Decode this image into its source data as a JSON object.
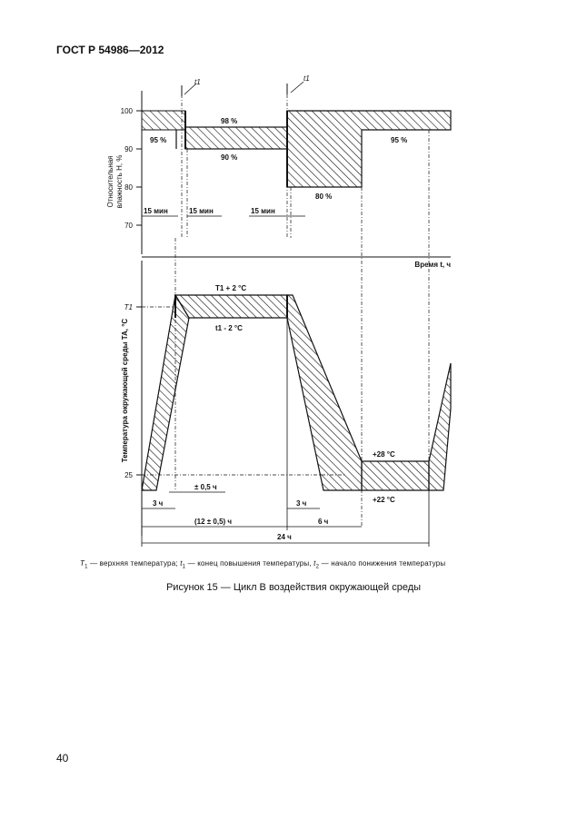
{
  "header": {
    "standard": "ГОСТ Р 54986—2012"
  },
  "page": {
    "number": "40"
  },
  "figure": {
    "caption": "Рисунок 15 — Цикл В воздействия окружающей среды",
    "legend": {
      "t1_symbol": "T",
      "t1_sub": "1",
      "t1_text": " — верхняя температура; ",
      "tau1_symbol": "t",
      "tau1_sub": "1",
      "tau1_text": " — конец повышения температуры, ",
      "tau2_symbol": "t",
      "tau2_sub": "2",
      "tau2_text": " — начало понижения температуры"
    },
    "humidity_panel": {
      "ylabel_line1": "Относительная",
      "ylabel_line2": "влажность H, %",
      "yticks": [
        "100",
        "90",
        "80",
        "70"
      ],
      "labels": {
        "p95_left": "95 %",
        "p98": "98 %",
        "p90": "90 %",
        "p80": "80 %",
        "p95_right": "95 %",
        "min15_a": "15 мин",
        "min15_b": "15 мин",
        "min15_c": "15 мин",
        "t1_marker": "t1",
        "t2_marker": "t1"
      },
      "xlabel": "Время t, ч"
    },
    "temperature_panel": {
      "ylabel": "Температура окружающей среды TA, °C",
      "yticks": [
        "T1",
        "25"
      ],
      "labels": {
        "upper": "T1 + 2 °C",
        "lower": "t1 - 2 °C",
        "plus28": "+28 °C",
        "plus22": "+22 °C",
        "tol": "± 0,5 ч"
      },
      "dims": {
        "d3h_left": "3 ч",
        "d3h_right": "3 ч",
        "d6h": "6 ч",
        "d12h": "(12 ± 0,5) ч",
        "d24h": "24 ч"
      }
    }
  }
}
